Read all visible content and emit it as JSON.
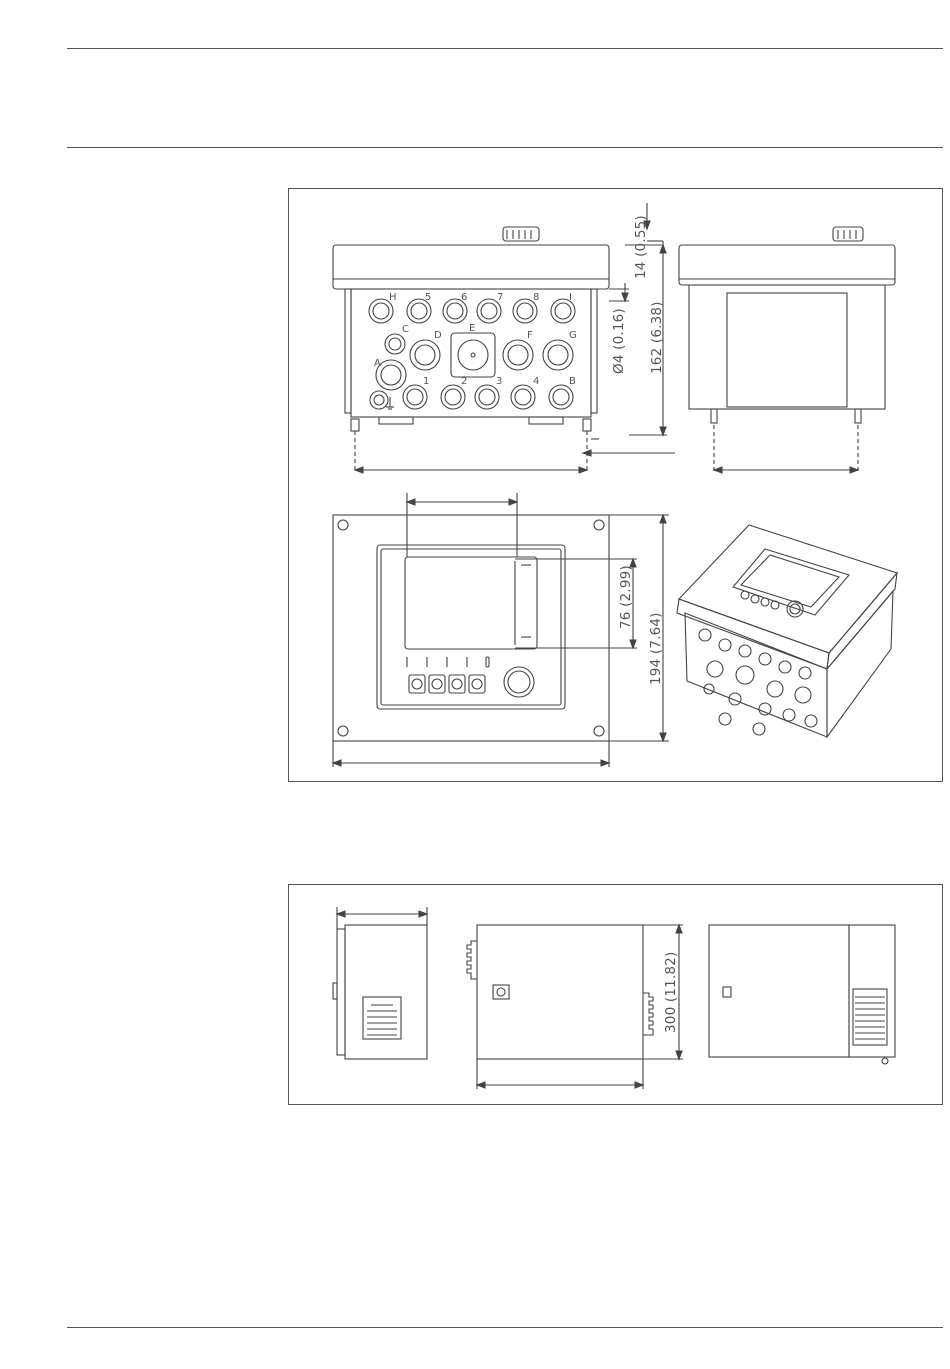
{
  "figure1": {
    "dimensions": {
      "cap_height": "14 (0.55)",
      "mount_hole": "Ø4 (0.16)",
      "depth": "162 (6.38)",
      "display_height": "76 (2.99)",
      "total_height": "194 (7.64)"
    },
    "port_labels": {
      "top_row": [
        "H",
        "5",
        "6",
        "7",
        "8",
        "I"
      ],
      "second_row": [
        "C",
        "D",
        "E",
        "F",
        "G"
      ],
      "third_row": [
        "A"
      ],
      "bottom_row": [
        "1",
        "2",
        "3",
        "4",
        "B"
      ]
    }
  },
  "figure2": {
    "dimensions": {
      "cabinet_height": "300 (11.82)"
    }
  }
}
